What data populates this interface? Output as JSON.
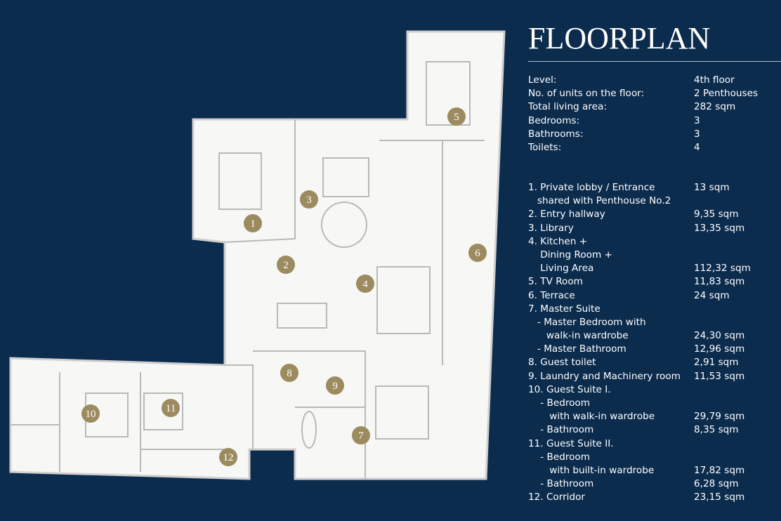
{
  "title": "FLOORPLAN",
  "colors": {
    "background": "#0c2c4e",
    "marker": "#9b8b5f",
    "plan": "#f7f7f5"
  },
  "summary": [
    {
      "label": "Level:",
      "value": "4th floor"
    },
    {
      "label": "No. of units on the floor:",
      "value": "2 Penthouses"
    },
    {
      "label": "Total living area:",
      "value": "282 sqm"
    },
    {
      "label": "Bedrooms:",
      "value": "3"
    },
    {
      "label": "Bathrooms:",
      "value": "3"
    },
    {
      "label": "Toilets:",
      "value": "4"
    }
  ],
  "rooms": [
    {
      "label": "1. Private lobby / Entrance",
      "value": "13 sqm"
    },
    {
      "label": "   shared with Penthouse No.2",
      "value": ""
    },
    {
      "label": "2. Entry hallway",
      "value": "9,35 sqm"
    },
    {
      "label": "3. Library",
      "value": "13,35 sqm"
    },
    {
      "label": "4. Kitchen +",
      "value": ""
    },
    {
      "label": "    Dining Room +",
      "value": ""
    },
    {
      "label": "    Living Area",
      "value": "112,32 sqm"
    },
    {
      "label": "5. TV Room",
      "value": "11,83 sqm"
    },
    {
      "label": "6. Terrace",
      "value": "24 sqm"
    },
    {
      "label": "7. Master Suite",
      "value": ""
    },
    {
      "label": "   - Master Bedroom with",
      "value": ""
    },
    {
      "label": "      walk-in wardrobe",
      "value": "24,30 sqm"
    },
    {
      "label": "   - Master Bathroom",
      "value": "12,96 sqm"
    },
    {
      "label": "8. Guest toilet",
      "value": "2,91 sqm"
    },
    {
      "label": "9. Laundry and Machinery room",
      "value": "11,53 sqm"
    },
    {
      "label": "10. Guest Suite I.",
      "value": ""
    },
    {
      "label": "    - Bedroom",
      "value": ""
    },
    {
      "label": "       with walk-in wardrobe",
      "value": "29,79 sqm"
    },
    {
      "label": "    - Bathroom",
      "value": "8,35 sqm"
    },
    {
      "label": "11. Guest Suite II.",
      "value": ""
    },
    {
      "label": "    - Bedroom",
      "value": ""
    },
    {
      "label": "       with built-in wardrobe",
      "value": "17,82 sqm"
    },
    {
      "label": "    - Bathroom",
      "value": "6,28 sqm"
    },
    {
      "label": "12. Corridor",
      "value": "23,15 sqm"
    }
  ],
  "markers": [
    "1",
    "2",
    "3",
    "4",
    "5",
    "6",
    "7",
    "8",
    "9",
    "10",
    "11",
    "12"
  ]
}
